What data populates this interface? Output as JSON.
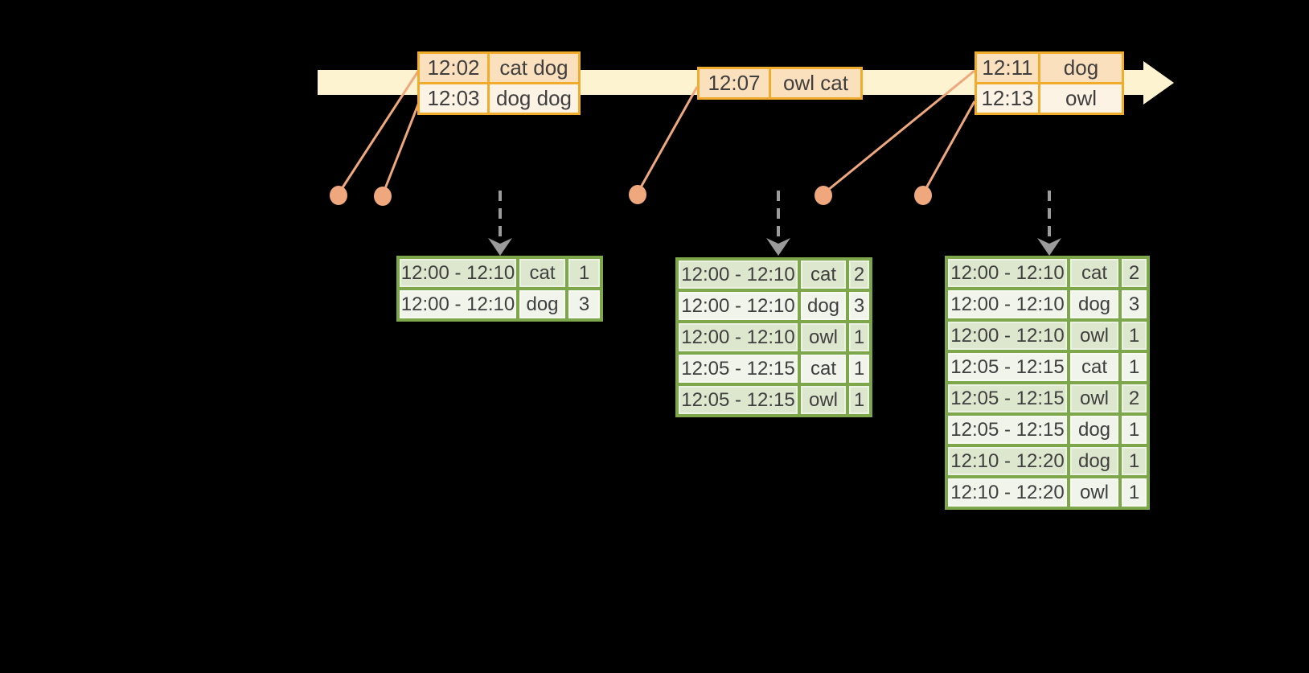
{
  "colors": {
    "gold": "#EFAC2D",
    "peach-dark": "#FBE0BE",
    "peach-light": "#FDF3E4",
    "band": "#FDF3D1",
    "green": "#7DA74A",
    "green-row-dark": "#DDE7CE",
    "green-row-light": "#F0F4EA",
    "salmon": "#EFA87D",
    "gray-arrow": "#9B9B9B",
    "text": "#3F3F3F"
  },
  "event_tables": [
    {
      "rows": [
        {
          "time": "12:02",
          "words": "cat dog"
        },
        {
          "time": "12:03",
          "words": "dog dog"
        }
      ]
    },
    {
      "rows": [
        {
          "time": "12:07",
          "words": "owl cat"
        }
      ]
    },
    {
      "rows": [
        {
          "time": "12:11",
          "words": "dog"
        },
        {
          "time": "12:13",
          "words": "owl"
        }
      ]
    }
  ],
  "result_tables": [
    {
      "rows": [
        {
          "window": "12:00 - 12:10",
          "word": "cat",
          "count": "1"
        },
        {
          "window": "12:00 - 12:10",
          "word": "dog",
          "count": "3"
        }
      ]
    },
    {
      "rows": [
        {
          "window": "12:00 - 12:10",
          "word": "cat",
          "count": "2"
        },
        {
          "window": "12:00 - 12:10",
          "word": "dog",
          "count": "3"
        },
        {
          "window": "12:00 - 12:10",
          "word": "owl",
          "count": "1"
        },
        {
          "window": "12:05 - 12:15",
          "word": "cat",
          "count": "1"
        },
        {
          "window": "12:05 - 12:15",
          "word": "owl",
          "count": "1"
        }
      ]
    },
    {
      "rows": [
        {
          "window": "12:00 - 12:10",
          "word": "cat",
          "count": "2"
        },
        {
          "window": "12:00 - 12:10",
          "word": "dog",
          "count": "3"
        },
        {
          "window": "12:00 - 12:10",
          "word": "owl",
          "count": "1"
        },
        {
          "window": "12:05 - 12:15",
          "word": "cat",
          "count": "1"
        },
        {
          "window": "12:05 - 12:15",
          "word": "owl",
          "count": "2"
        },
        {
          "window": "12:05 - 12:15",
          "word": "dog",
          "count": "1"
        },
        {
          "window": "12:10 - 12:20",
          "word": "dog",
          "count": "1"
        },
        {
          "window": "12:10 - 12:20",
          "word": "owl",
          "count": "1"
        }
      ]
    }
  ]
}
